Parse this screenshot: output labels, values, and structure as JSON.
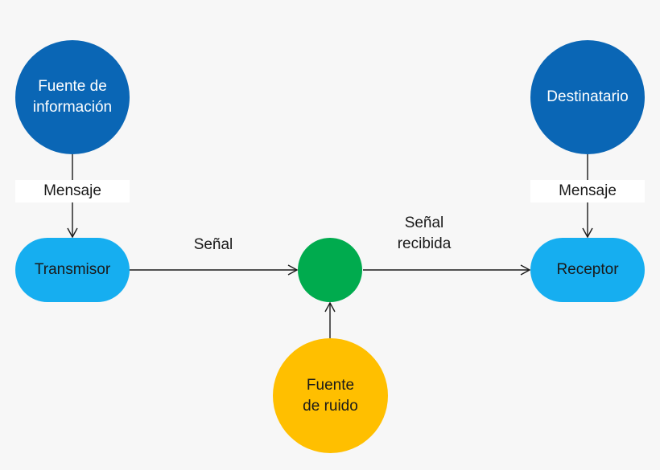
{
  "colors": {
    "background": "#f7f7f7",
    "source_destination": "#0a66b5",
    "transmitter_receiver": "#16aef0",
    "channel": "#00ab4e",
    "noise": "#ffbf00",
    "line": "#1a1a1a",
    "dark_node_text": "#ffffff",
    "light_node_text": "#1a1a1a"
  },
  "nodes": {
    "information_source": "Fuente de\ninformación",
    "destination": "Destinatario",
    "transmitter": "Transmisor",
    "receiver": "Receptor",
    "channel": "",
    "noise_source": "Fuente\nde ruido"
  },
  "edge_labels": {
    "message_left": "Mensaje",
    "message_right": "Mensaje",
    "signal": "Señal",
    "received_signal": "Señal\nrecibida"
  }
}
